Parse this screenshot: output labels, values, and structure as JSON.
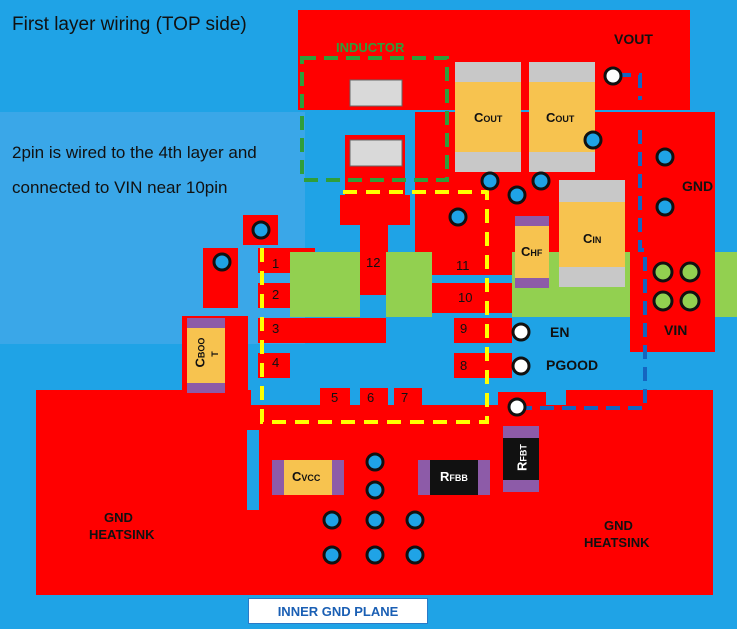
{
  "title": "First layer wiring (TOP side)",
  "note": [
    "2pin is wired to the 4th layer and",
    "connected to VIN near 10pin"
  ],
  "labels": {
    "inductor": "INDUCTOR",
    "vout": "VOUT",
    "gnd": "GND",
    "vin": "VIN",
    "en": "EN",
    "pgood": "PGOOD",
    "gnd_heatsink_line1": "GND",
    "gnd_heatsink_line2": "HEATSINK",
    "inner_gnd_plane": "INNER GND PLANE"
  },
  "pins": [
    "1",
    "2",
    "3",
    "4",
    "5",
    "6",
    "7",
    "8",
    "9",
    "10",
    "11",
    "12"
  ],
  "components": {
    "cout_main": "C",
    "cout_sub": "OUT",
    "cin_main": "C",
    "cin_sub": "IN",
    "chf_main": "C",
    "chf_sub": "HF",
    "cvcc_main": "C",
    "cvcc_sub": "VCC",
    "cboot_main": "C",
    "cboot_sub": "BOO",
    "cboot_tail": "T",
    "rfbb_main": "R",
    "rfbb_sub": "FBB",
    "rfbt_main": "R",
    "rfbt_sub": "FBT"
  },
  "colors": {
    "background": "#1fa3e6",
    "copper": "#ff0000",
    "green_pad": "#92d050",
    "cap_body": "#f7c34f",
    "cap_term": "#c8c8c8",
    "via": "#1fa3e6",
    "dashed_yellow": "#ffff00",
    "dashed_green": "#2f9e3a",
    "dashed_blue": "#1565c0"
  }
}
